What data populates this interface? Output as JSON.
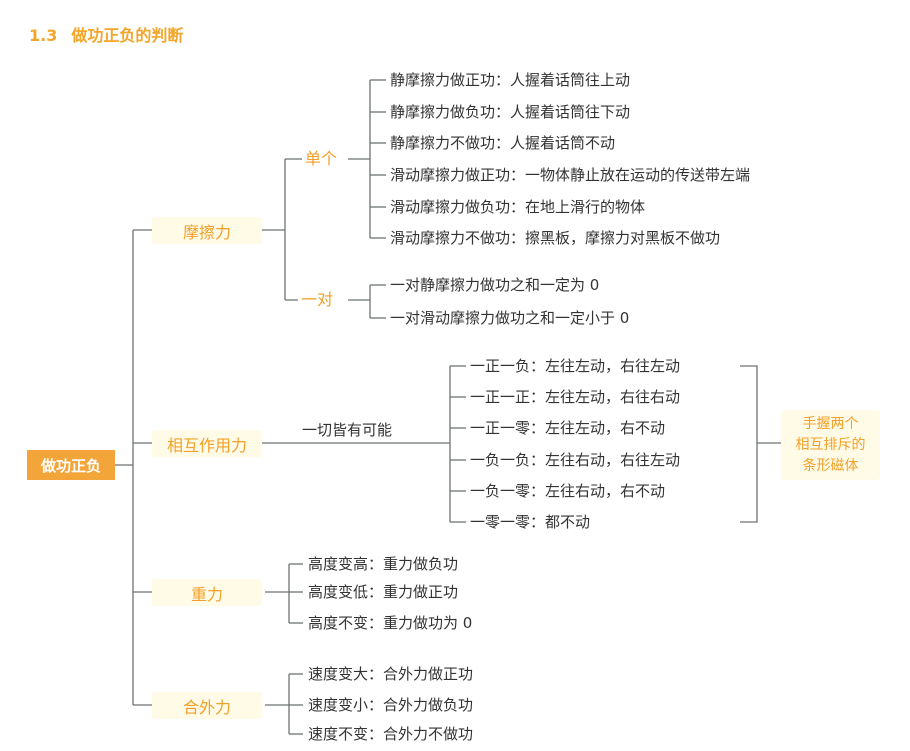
{
  "title": {
    "number": "1.3",
    "text": "做功正负的判断"
  },
  "root": "做功正负",
  "branches": {
    "friction": {
      "label": "摩擦力",
      "single": {
        "label": "单个",
        "items": [
          "静摩擦力做正功：人握着话筒往上动",
          "静摩擦力做负功：人握着话筒往下动",
          "静摩擦力不做功：人握着话筒不动",
          "滑动摩擦力做正功：一物体静止放在运动的传送带左端",
          "滑动摩擦力做负功：在地上滑行的物体",
          "滑动摩擦力不做功：擦黑板，摩擦力对黑板不做功"
        ]
      },
      "pair": {
        "label": "一对",
        "items": [
          "一对静摩擦力做功之和一定为 0",
          "一对滑动摩擦力做功之和一定小于 0"
        ]
      }
    },
    "interaction": {
      "label": "相互作用力",
      "middle": "一切皆有可能",
      "items": [
        "一正一负：左往左动，右往左动",
        "一正一正：左往左动，右往右动",
        "一正一零：左往左动，右不动",
        "一负一负：左往右动，右往左动",
        "一负一零：左往右动，右不动",
        "一零一零：都不动"
      ],
      "note": [
        "手握两个",
        "相互排斥的",
        "条形磁体"
      ]
    },
    "gravity": {
      "label": "重力",
      "items": [
        "高度变高：重力做负功",
        "高度变低：重力做正功",
        "高度不变：重力做功为 0"
      ]
    },
    "net_force": {
      "label": "合外力",
      "items": [
        "速度变大：合外力做正功",
        "速度变小：合外力做负功",
        "速度不变：合外力不做功"
      ]
    }
  }
}
